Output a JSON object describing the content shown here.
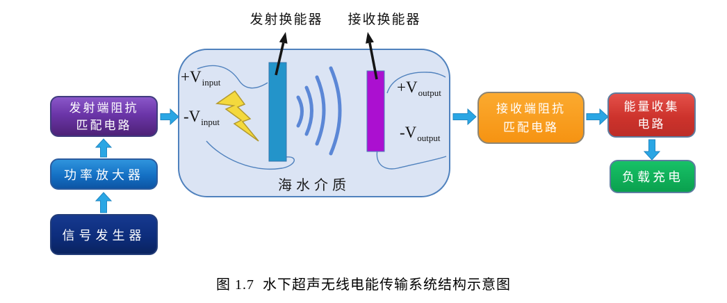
{
  "top_labels": {
    "tx": "发射换能器",
    "rx": "接收换能器"
  },
  "boxes": {
    "tx_matching": {
      "line1": "发射端阻抗",
      "line2": "匹配电路"
    },
    "power_amp": {
      "label": "功率放大器"
    },
    "signal_gen": {
      "label": "信号发生器"
    },
    "rx_matching": {
      "line1": "接收端阻抗",
      "line2": "匹配电路"
    },
    "energy_harvest": {
      "line1": "能量收集",
      "line2": "电路"
    },
    "load_charge": {
      "label": "负载充电"
    }
  },
  "medium": {
    "label": "海水介质",
    "vin_plus": {
      "main": "+V",
      "sub": "input"
    },
    "vin_minus": {
      "main": "-V",
      "sub": "input"
    },
    "vout_plus": {
      "main": "+V",
      "sub": "output"
    },
    "vout_minus": {
      "main": "-V",
      "sub": "output"
    }
  },
  "caption": "图 1.7  水下超声无线电能传输系统结构示意图",
  "colors": {
    "flow_arrow_blue": "#2aa6e4",
    "container_fill": "#dbe4f4",
    "container_border": "#4f81bd",
    "tx_transducer_bar": "#2394ca",
    "rx_transducer_bar": "#ab10d0",
    "lightning_yellow": "#f4d93d",
    "wave_arc_blue": "#5b87d6",
    "box_tx_matching": "#6b35a8",
    "box_power_amp": "#1470c4",
    "box_signal_gen": "#0d2d7c",
    "box_rx_matching": "#f69312",
    "box_energy_harvest": "#cd332c",
    "box_load_charge": "#0aa04e"
  }
}
